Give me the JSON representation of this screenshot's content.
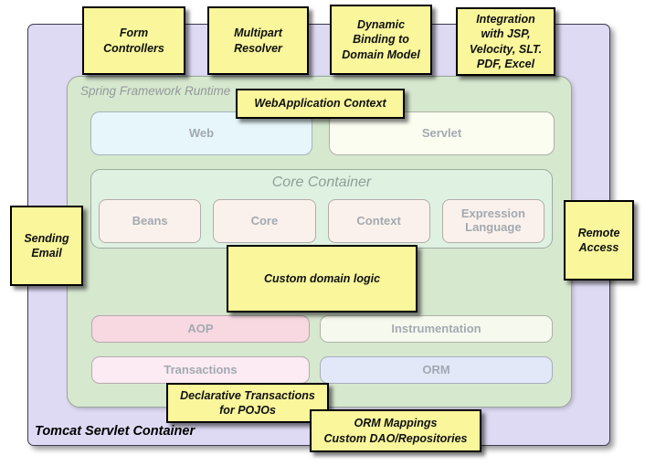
{
  "diagram": {
    "outer_container_label": "Tomcat Servlet Container",
    "runtime_container_label": "Spring Framework Runtime",
    "core_container_label": "Core Container",
    "modules": {
      "web": "Web",
      "servlet": "Servlet",
      "beans": "Beans",
      "core": "Core",
      "context": "Context",
      "expression": "Expression\nLanguage",
      "aop": "AOP",
      "instrumentation": "Instrumentation",
      "transactions": "Transactions",
      "orm": "ORM"
    },
    "notes": {
      "form_controllers": "Form\nControllers",
      "multipart_resolver": "Multipart\nResolver",
      "dynamic_binding": "Dynamic\nBinding to\nDomain Model",
      "integration": "Integration\nwith JSP,\nVelocity, SLT.\nPDF, Excel",
      "webapplication_context": "WebApplication Context",
      "sending_email": "Sending\nEmail",
      "remote_access": "Remote\nAccess",
      "custom_domain_logic": "Custom domain logic",
      "declarative_transactions": "Declarative Transactions\nfor POJOs",
      "orm_mappings": "ORM Mappings\nCustom DAO/Repositories"
    }
  },
  "colors": {
    "note_bg": "#f9f69b",
    "purple_bg": "#dedaf3",
    "green_bg": "#d6e8ce",
    "mint_bg": "#dff2e2",
    "web_bg": "#e6f6fb",
    "servlet_bg": "#fbfdf1",
    "peach_bg": "#faf1ec",
    "aop_bg": "#f8d9e1",
    "instr_bg": "#f6faee",
    "trans_bg": "#fcebf3",
    "orm_bg": "#e2e8f8",
    "label_gray": "#a3a9b1"
  }
}
